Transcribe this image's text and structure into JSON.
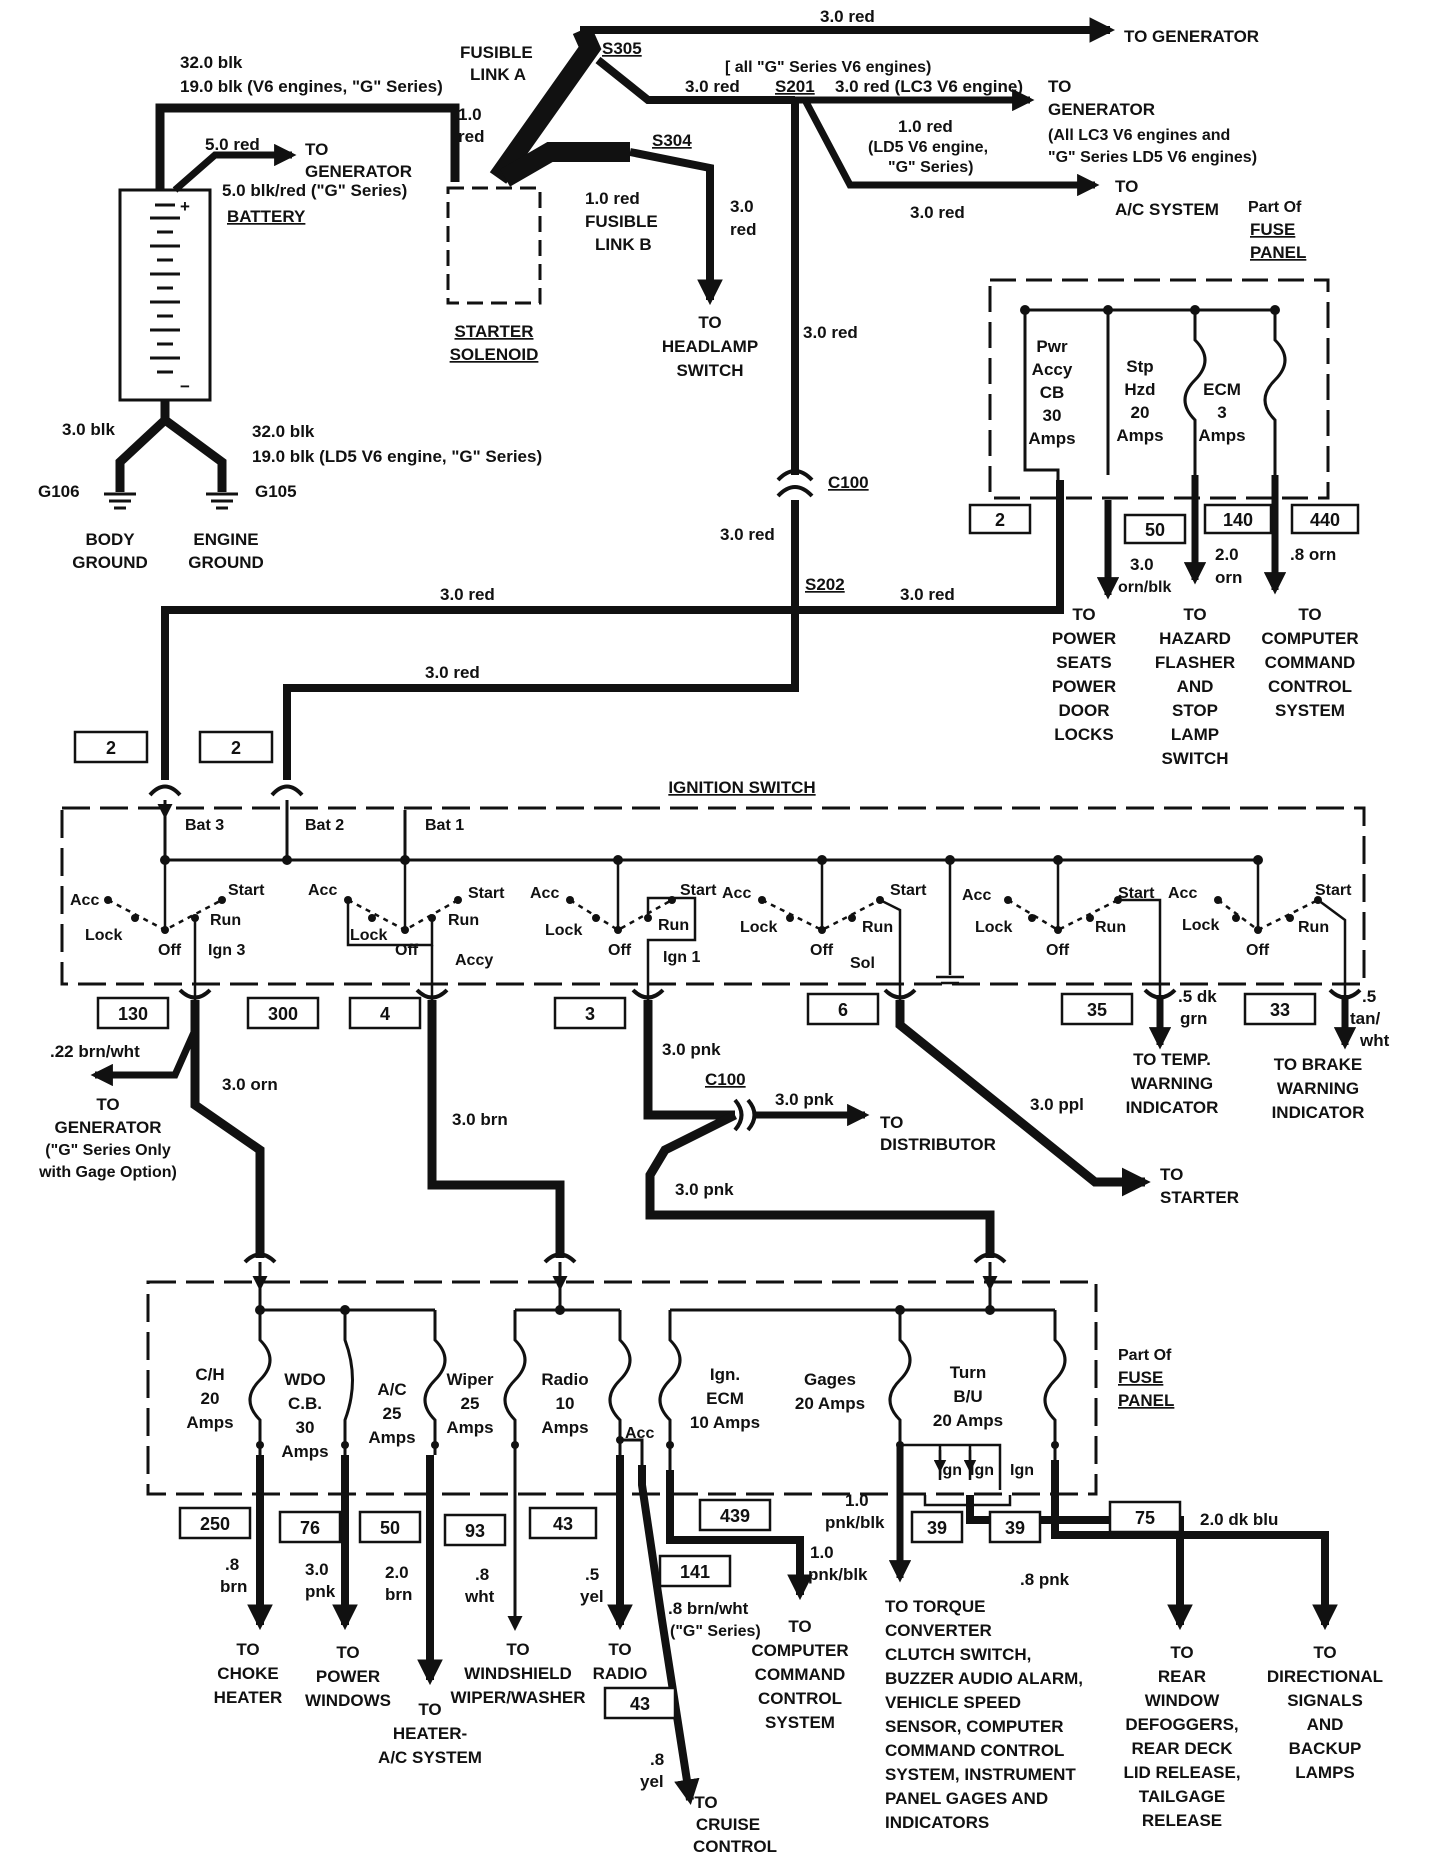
{
  "battery": {
    "label": "BATTERY",
    "wire_top1": "32.0 blk",
    "wire_top2": "19.0 blk (V6 engines, \"G\" Series)",
    "wire_gen": "5.0 red",
    "wire_gen2": "5.0 blk/red (\"G\" Series)",
    "to_gen1": "TO",
    "to_gen2": "GENERATOR",
    "plus": "+",
    "minus": "−"
  },
  "grounds": {
    "wire_left": "3.0 blk",
    "wire_right1": "32.0 blk",
    "wire_right2": "19.0 blk (LD5 V6 engine, \"G\" Series)",
    "g106": "G106",
    "g105": "G105",
    "body1": "BODY",
    "body2": "GROUND",
    "engine1": "ENGINE",
    "engine2": "GROUND"
  },
  "solenoid": {
    "label1": "STARTER",
    "label2": "SOLENOID",
    "fusible_a1": "FUSIBLE",
    "fusible_a2": "LINK A",
    "wire_a1": "1.0",
    "wire_a2": "red",
    "fusible_b0": "1.0 red",
    "fusible_b1": "FUSIBLE",
    "fusible_b2": "LINK B"
  },
  "splices": {
    "s305": "S305",
    "s304": "S304",
    "s201": "S201",
    "s202": "S202",
    "c100": "C100"
  },
  "top_wires": {
    "gen_wire": "3.0 red",
    "to_generator": "TO GENERATOR",
    "s201_note": "[ all \"G\" Series V6 engines)",
    "s201_wire": "3.0 red",
    "lc3_wire": "3.0 red (LC3 V6 engine)",
    "to_gen_b1": "TO",
    "to_gen_b2": "GENERATOR",
    "to_gen_b3": "(All LC3 V6 engines and",
    "to_gen_b4": "\"G\" Series LD5 V6 engines)",
    "ld5_1": "1.0 red",
    "ld5_2": "(LD5 V6 engine,",
    "ld5_3": "\"G\" Series)",
    "ac_wire": "3.0 red",
    "to_ac1": "TO",
    "to_ac2": "A/C SYSTEM",
    "headlamp_wire1": "3.0",
    "headlamp_wire2": "red",
    "to_head1": "TO",
    "to_head2": "HEADLAMP",
    "to_head3": "SWITCH",
    "main_wire": "3.0 red",
    "main_wire2": "3.0 red",
    "bus_left": "3.0 red",
    "bus_right": "3.0 red",
    "bat2_wire": "3.0 red"
  },
  "fuse_panel_top": {
    "part_of1": "Part Of",
    "part_of2": "FUSE",
    "part_of3": "PANEL",
    "pwr": [
      "Pwr",
      "Accy",
      "CB",
      "30",
      "Amps"
    ],
    "stp": [
      "Stp",
      "Hzd",
      "20",
      "Amps"
    ],
    "ecm": [
      "ECM",
      "3",
      "Amps"
    ],
    "box2": "2",
    "box50": "50",
    "box140": "140",
    "box440": "440",
    "w_stp1": "3.0",
    "w_stp2": "orn/blk",
    "w_ecm1": "2.0",
    "w_ecm2": "orn",
    "w_cc": ".8 orn",
    "d1": [
      "TO",
      "POWER",
      "SEATS",
      "POWER",
      "DOOR",
      "LOCKS"
    ],
    "d2": [
      "TO",
      "HAZARD",
      "FLASHER",
      "AND",
      "STOP",
      "LAMP",
      "SWITCH"
    ],
    "d3": [
      "TO",
      "COMPUTER",
      "COMMAND",
      "CONTROL",
      "SYSTEM"
    ]
  },
  "ignition": {
    "title": "IGNITION SWITCH",
    "bat3": "Bat 3",
    "bat2": "Bat 2",
    "bat1": "Bat 1",
    "box2a": "2",
    "box2b": "2",
    "acc": "Acc",
    "lock": "Lock",
    "off": "Off",
    "start": "Start",
    "run": "Run",
    "ign3": "Ign 3",
    "accy": "Accy",
    "ign1": "Ign 1",
    "sol": "Sol",
    "boxes": [
      "130",
      "300",
      "4",
      "3",
      "6",
      "35",
      "33"
    ],
    "temp_wire1": ".5 dk",
    "temp_wire2": "grn",
    "brake_wire1": ".5",
    "brake_wire2": "tan/",
    "brake_wire3": "wht",
    "to_temp": [
      "TO TEMP.",
      "WARNING",
      "INDICATOR"
    ],
    "to_brake": [
      "TO BRAKE",
      "WARNING",
      "INDICATOR"
    ]
  },
  "mid": {
    "gen_wire": ".22 brn/wht",
    "to_gen": [
      "TO",
      "GENERATOR",
      "(\"G\" Series Only",
      "with Gage Option)"
    ],
    "orn_wire": "3.0 orn",
    "brn_wire": "3.0 brn",
    "pnk_wire1": "3.0 pnk",
    "c100": "C100",
    "pnk_wire2": "3.0 pnk",
    "to_dist1": "TO",
    "to_dist2": "DISTRIBUTOR",
    "pnk_wire3": "3.0 pnk",
    "ppl_wire": "3.0 ppl",
    "to_start1": "TO",
    "to_start2": "STARTER"
  },
  "fuse_panel_bottom": {
    "part_of1": "Part Of",
    "part_of2": "FUSE",
    "part_of3": "PANEL",
    "ch": [
      "C/H",
      "20",
      "Amps"
    ],
    "wdo": [
      "WDO",
      "C.B.",
      "30",
      "Amps"
    ],
    "ac": [
      "A/C",
      "25",
      "Amps"
    ],
    "wiper": [
      "Wiper",
      "25",
      "Amps"
    ],
    "radio": [
      "Radio",
      "10",
      "Amps"
    ],
    "acc": "Acc",
    "ignecm": [
      "Ign.",
      "ECM",
      "10 Amps"
    ],
    "gages": [
      "Gages",
      "20 Amps"
    ],
    "turn": [
      "Turn",
      "B/U",
      "20 Amps"
    ],
    "ign": "Ign",
    "boxes": [
      "250",
      "76",
      "50",
      "93",
      "43",
      "439",
      "141",
      "43",
      "39",
      "39",
      "75"
    ]
  },
  "bottom": {
    "w_choke1": ".8",
    "w_choke2": "brn",
    "w_pw1": "3.0",
    "w_pw2": "pnk",
    "w_hvac1": "2.0",
    "w_hvac2": "brn",
    "w_wiper1": ".8",
    "w_wiper2": "wht",
    "w_radio1": ".5",
    "w_radio2": "yel",
    "w_cruise": ".8 brn/wht",
    "w_cruise_note": "(\"G\" Series)",
    "w_cruise2a": ".8",
    "w_cruise2b": "yel",
    "w_ccs1": "1.0",
    "w_ccs2": "pnk/blk",
    "w_tcc1": "1.0",
    "w_tcc2": "pnk/blk",
    "w_defog": ".8 pnk",
    "w_dir": "2.0 dk blu",
    "d_choke": [
      "TO",
      "CHOKE",
      "HEATER"
    ],
    "d_pw": [
      "TO",
      "POWER",
      "WINDOWS"
    ],
    "d_hvac": [
      "TO",
      "HEATER-",
      "A/C SYSTEM"
    ],
    "d_wiper": [
      "TO",
      "WINDSHIELD",
      "WIPER/WASHER"
    ],
    "d_radio": [
      "TO",
      "RADIO"
    ],
    "d_cruise": [
      "TO",
      "CRUISE",
      "CONTROL"
    ],
    "d_ccs": [
      "TO",
      "COMPUTER",
      "COMMAND",
      "CONTROL",
      "SYSTEM"
    ],
    "d_tcc": [
      "TO TORQUE",
      "CONVERTER",
      "CLUTCH SWITCH,",
      "BUZZER AUDIO ALARM,",
      "VEHICLE SPEED",
      "SENSOR, COMPUTER",
      "COMMAND CONTROL",
      "SYSTEM, INSTRUMENT",
      "PANEL GAGES AND",
      "INDICATORS"
    ],
    "d_defog": [
      "TO",
      "REAR",
      "WINDOW",
      "DEFOGGERS,",
      "REAR DECK",
      "LID RELEASE,",
      "TAILGAGE",
      "RELEASE"
    ],
    "d_dir": [
      "TO",
      "DIRECTIONAL",
      "SIGNALS",
      "AND",
      "BACKUP",
      "LAMPS"
    ]
  }
}
